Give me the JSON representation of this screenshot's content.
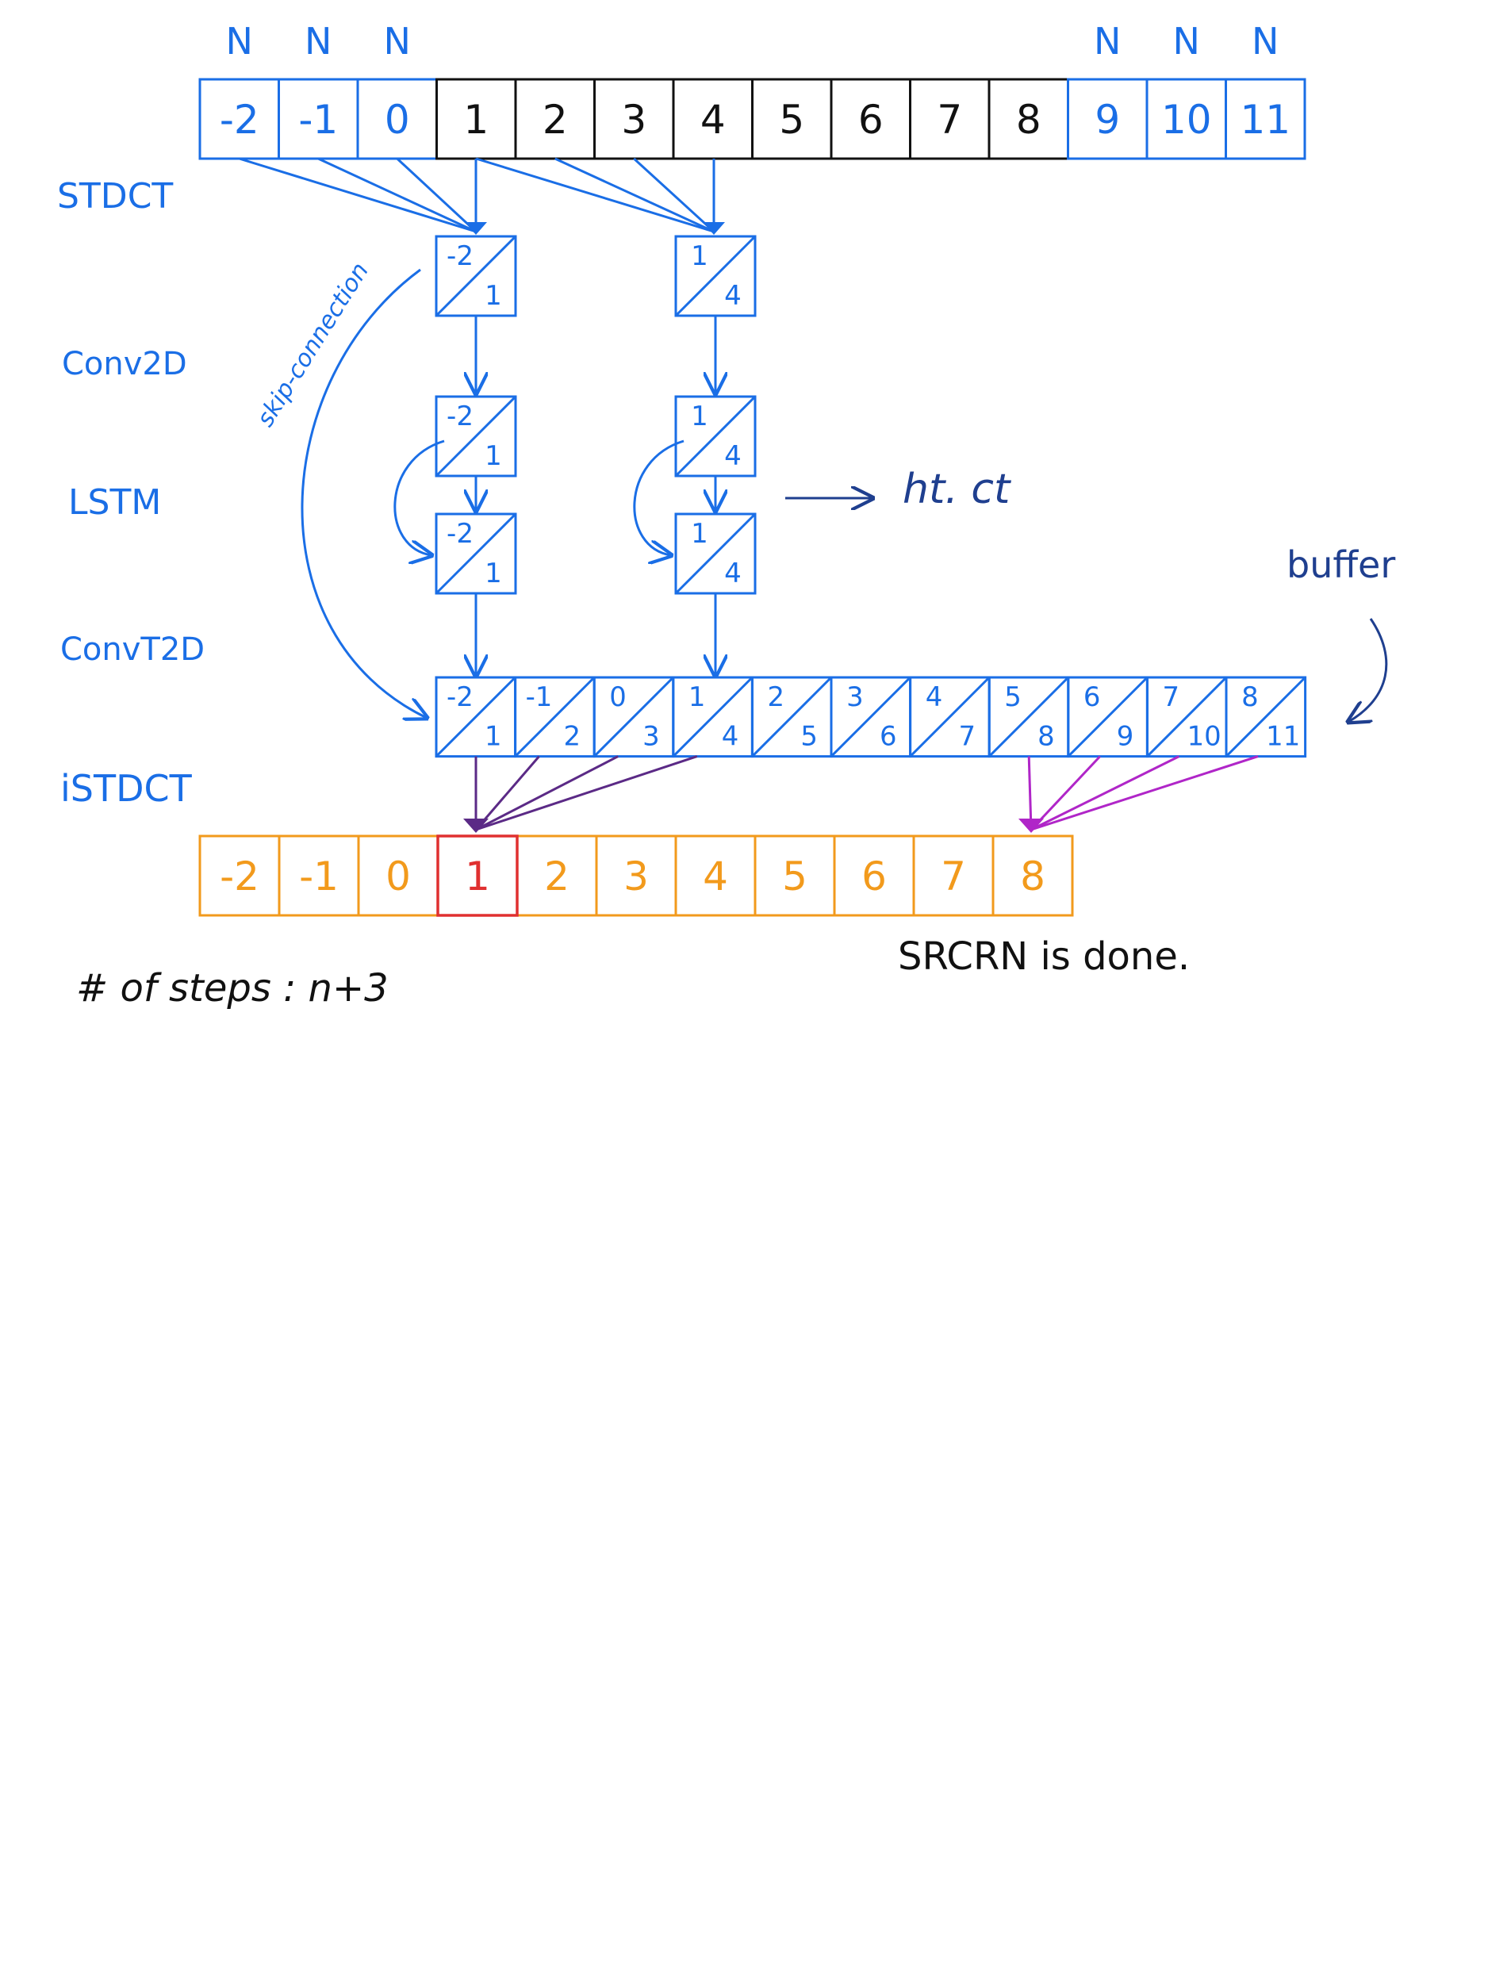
{
  "labels": {
    "stages": [
      "STDCT",
      "Conv2D",
      "LSTM",
      "ConvT2D",
      "iSTDCT"
    ],
    "skip_connection": "skip-connection",
    "state_output": "ht. ct",
    "buffer": "buffer",
    "steps": "# of steps : n+3",
    "done": "SRCRN is done."
  },
  "input_row": {
    "cells": [
      "-2",
      "-1",
      "0",
      "1",
      "2",
      "3",
      "4",
      "5",
      "6",
      "7",
      "8",
      "9",
      "10",
      "11"
    ],
    "padding_marks": [
      "N",
      "N",
      "N",
      "N",
      "N",
      "N"
    ]
  },
  "conv2d_blocks": [
    {
      "top": "-2",
      "bottom": "1"
    },
    {
      "top": "1",
      "bottom": "4"
    }
  ],
  "lstm_in_blocks": [
    {
      "top": "-2",
      "bottom": "1"
    },
    {
      "top": "1",
      "bottom": "4"
    }
  ],
  "lstm_out_blocks": [
    {
      "top": "-2",
      "bottom": "1"
    },
    {
      "top": "1",
      "bottom": "4"
    }
  ],
  "stdct_blocks": [
    {
      "top": "-2",
      "bottom": "1"
    },
    {
      "top": "1",
      "bottom": "4"
    }
  ],
  "buffer_row": [
    {
      "top": "-2",
      "bottom": "1"
    },
    {
      "top": "-1",
      "bottom": "2"
    },
    {
      "top": "0",
      "bottom": "3"
    },
    {
      "top": "1",
      "bottom": "4"
    },
    {
      "top": "2",
      "bottom": "5"
    },
    {
      "top": "3",
      "bottom": "6"
    },
    {
      "top": "4",
      "bottom": "7"
    },
    {
      "top": "5",
      "bottom": "8"
    },
    {
      "top": "6",
      "bottom": "9"
    },
    {
      "top": "7",
      "bottom": "10"
    },
    {
      "top": "8",
      "bottom": "11"
    }
  ],
  "output_row": {
    "cells": [
      "-2",
      "-1",
      "0",
      "1",
      "2",
      "3",
      "4",
      "5",
      "6",
      "7",
      "8"
    ],
    "highlighted": "1"
  },
  "colors": {
    "blue": "#1a6ee6",
    "dark_blue": "#1f3f8f",
    "black": "#111111",
    "orange": "#f29a1c",
    "red": "#e03030",
    "purple": "#5b2a86",
    "magenta": "#b026c8"
  }
}
